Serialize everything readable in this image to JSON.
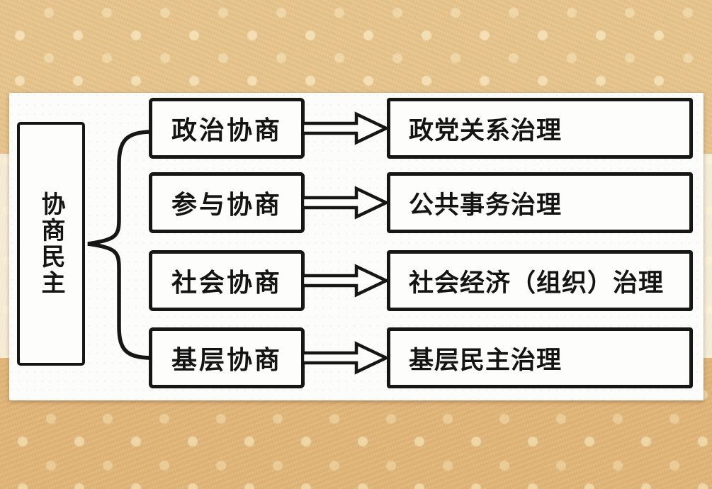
{
  "diagram": {
    "root": {
      "label": "协商民主"
    },
    "rows": [
      {
        "consultation": "政治协商",
        "governance": "政党关系治理"
      },
      {
        "consultation": "参与协商",
        "governance": "公共事务治理"
      },
      {
        "consultation": "社会协商",
        "governance": "社会经济（组织）治理"
      },
      {
        "consultation": "基层协商",
        "governance": "基层民主治理"
      }
    ],
    "colors": {
      "box_border": "#161616",
      "box_fill": "#fdfdfb",
      "panel_background": "#fcfcfa",
      "text": "#141414",
      "background_tan_top": "#e4c28a",
      "background_tan_bottom": "#deb478",
      "background_cream_band": "#f5ecd8"
    }
  }
}
